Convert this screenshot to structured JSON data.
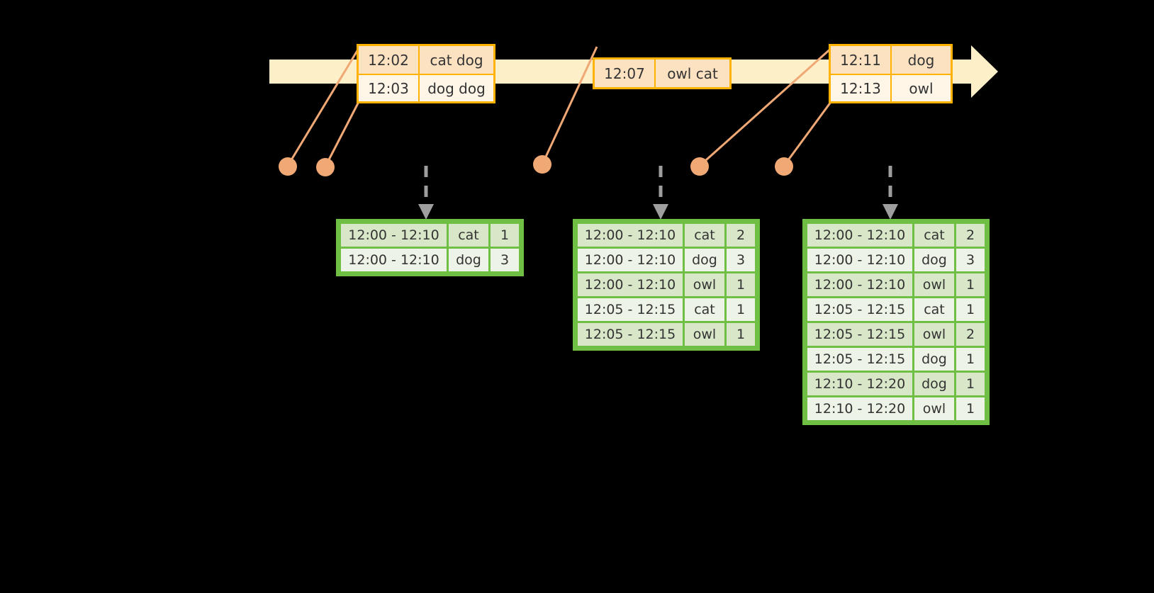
{
  "timeline": {
    "label": "event-stream-timeline",
    "bar_color": "#FDEFC8",
    "accent_color": "#FFB300",
    "dot_color": "#F0A875"
  },
  "events": [
    {
      "id": "event-group-1",
      "rows": [
        {
          "time": "12:02",
          "words": "cat dog"
        },
        {
          "time": "12:03",
          "words": "dog dog"
        }
      ]
    },
    {
      "id": "event-group-2",
      "rows": [
        {
          "time": "12:07",
          "words": "owl cat"
        }
      ]
    },
    {
      "id": "event-group-3",
      "rows": [
        {
          "time": "12:11",
          "words": "dog"
        },
        {
          "time": "12:13",
          "words": "owl"
        }
      ]
    }
  ],
  "tables": [
    {
      "id": "result-table-1",
      "rows": [
        {
          "window": "12:00 - 12:10",
          "word": "cat",
          "count": "1"
        },
        {
          "window": "12:00 - 12:10",
          "word": "dog",
          "count": "3"
        }
      ]
    },
    {
      "id": "result-table-2",
      "rows": [
        {
          "window": "12:00 - 12:10",
          "word": "cat",
          "count": "2"
        },
        {
          "window": "12:00 - 12:10",
          "word": "dog",
          "count": "3"
        },
        {
          "window": "12:00 - 12:10",
          "word": "owl",
          "count": "1"
        },
        {
          "window": "12:05 - 12:15",
          "word": "cat",
          "count": "1"
        },
        {
          "window": "12:05 - 12:15",
          "word": "owl",
          "count": "1"
        }
      ]
    },
    {
      "id": "result-table-3",
      "rows": [
        {
          "window": "12:00 - 12:10",
          "word": "cat",
          "count": "2"
        },
        {
          "window": "12:00 - 12:10",
          "word": "dog",
          "count": "3"
        },
        {
          "window": "12:00 - 12:10",
          "word": "owl",
          "count": "1"
        },
        {
          "window": "12:05 - 12:15",
          "word": "cat",
          "count": "1"
        },
        {
          "window": "12:05 - 12:15",
          "word": "owl",
          "count": "2"
        },
        {
          "window": "12:05 - 12:15",
          "word": "dog",
          "count": "1"
        },
        {
          "window": "12:10 - 12:20",
          "word": "dog",
          "count": "1"
        },
        {
          "window": "12:10 - 12:20",
          "word": "owl",
          "count": "1"
        }
      ]
    }
  ]
}
